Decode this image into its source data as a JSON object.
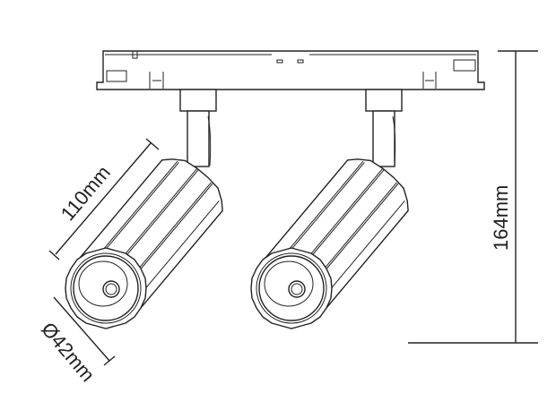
{
  "dimensions": {
    "length": "110mm",
    "diameter": "Ø42mm",
    "height": "164mm"
  },
  "colors": {
    "line": "#222222",
    "background": "#ffffff"
  }
}
